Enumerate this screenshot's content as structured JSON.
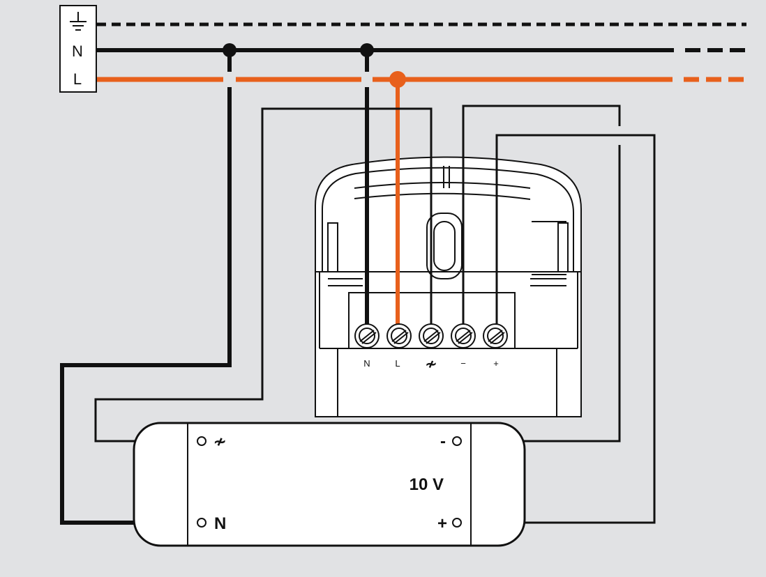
{
  "bus": {
    "earth_symbol": "earth-symbol",
    "labels": {
      "n": "N",
      "l": "L"
    }
  },
  "device": {
    "terminals": [
      "N",
      "L",
      "≁",
      "−",
      "+"
    ]
  },
  "driver": {
    "terminal_ac": "≁",
    "terminal_n": "N",
    "terminal_minus": "-",
    "terminal_plus": "+",
    "voltage": "10 V"
  },
  "colors": {
    "background": "#e1e2e4",
    "line": "#111111",
    "phase": "#e8601c"
  }
}
